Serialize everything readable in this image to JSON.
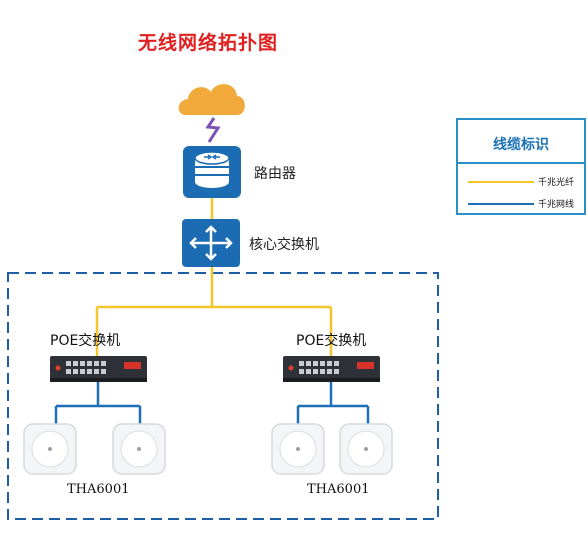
{
  "title": "无线网络拓扑图",
  "nodes": {
    "cloud": {
      "icon": "cloud-icon"
    },
    "router": {
      "label": "路由器",
      "icon": "router-icon"
    },
    "core_switch": {
      "label": "核心交换机",
      "icon": "core-switch-icon"
    },
    "poe_switches": [
      {
        "label": "POE交换机",
        "icon": "poe-switch-icon"
      },
      {
        "label": "POE交换机",
        "icon": "poe-switch-icon"
      }
    ],
    "ap_groups": [
      {
        "label": "THA6001",
        "count": 2,
        "icon": "access-point-icon"
      },
      {
        "label": "THA6001",
        "count": 2,
        "icon": "access-point-icon"
      }
    ]
  },
  "legend": {
    "title": "线缆标识",
    "items": [
      {
        "label": "千兆光纤",
        "color": "#f5c52c"
      },
      {
        "label": "千兆网线",
        "color": "#1f6fb8"
      }
    ]
  },
  "colors": {
    "title": "#e02020",
    "fiber": "#f5c52c",
    "ethernet": "#1f6fb8",
    "device_blue": "#1c6cb3",
    "dashed_border": "#1f5fa8",
    "cloud": "#f2a93b",
    "lightning": "#7a52b8"
  }
}
